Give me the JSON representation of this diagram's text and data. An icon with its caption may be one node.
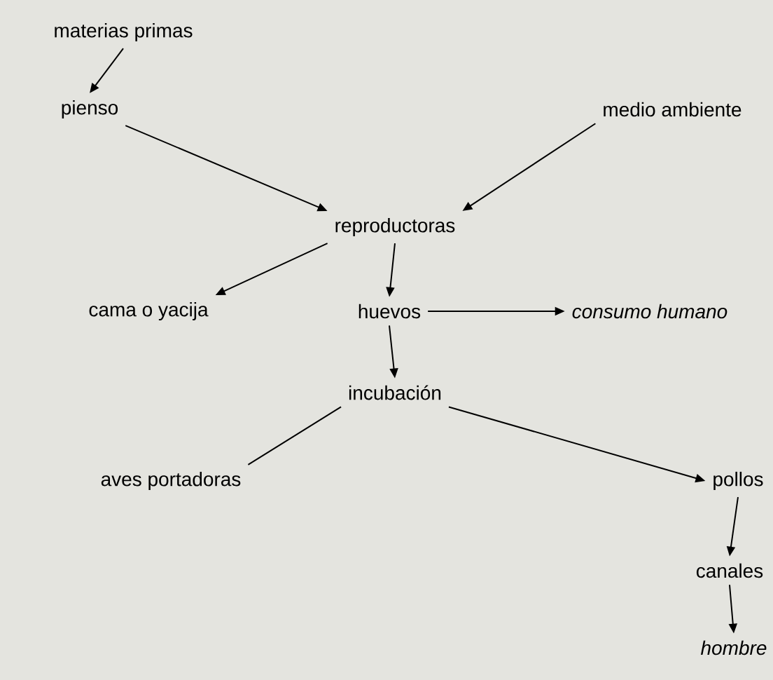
{
  "diagram": {
    "nodes": [
      {
        "text": [
          "materias primas"
        ]
      },
      {
        "text": [
          "pienso"
        ]
      },
      {
        "text": [
          "medio ambiente"
        ]
      },
      {
        "text": [
          "reproductoras"
        ]
      },
      {
        "text": [
          "cama o yacija"
        ]
      },
      {
        "text": [
          "huevos"
        ]
      },
      {
        "text": [
          "consumo humano"
        ]
      },
      {
        "text": [
          "incubación"
        ]
      },
      {
        "text": [
          "aves portadoras"
        ]
      },
      {
        "text": [
          "pollos"
        ]
      },
      {
        "text": [
          "canales"
        ]
      },
      {
        "text": [
          "hombre"
        ]
      }
    ],
    "edges": [
      {
        "from": 0,
        "to": 1,
        "arrow": "to"
      },
      {
        "from": 1,
        "to": 3,
        "arrow": "to"
      },
      {
        "from": 2,
        "to": 3,
        "arrow": "to"
      },
      {
        "from": 3,
        "to": 4,
        "arrow": "to"
      },
      {
        "from": 3,
        "to": 5,
        "arrow": "to"
      },
      {
        "from": 5,
        "to": 6,
        "arrow": "to"
      },
      {
        "from": 5,
        "to": 7,
        "arrow": "to"
      },
      {
        "from": 7,
        "to": 8,
        "arrow": "none"
      },
      {
        "from": 7,
        "to": 9,
        "arrow": "to"
      },
      {
        "from": 9,
        "to": 10,
        "arrow": "to"
      },
      {
        "from": 10,
        "to": 11,
        "arrow": "to"
      }
    ]
  }
}
